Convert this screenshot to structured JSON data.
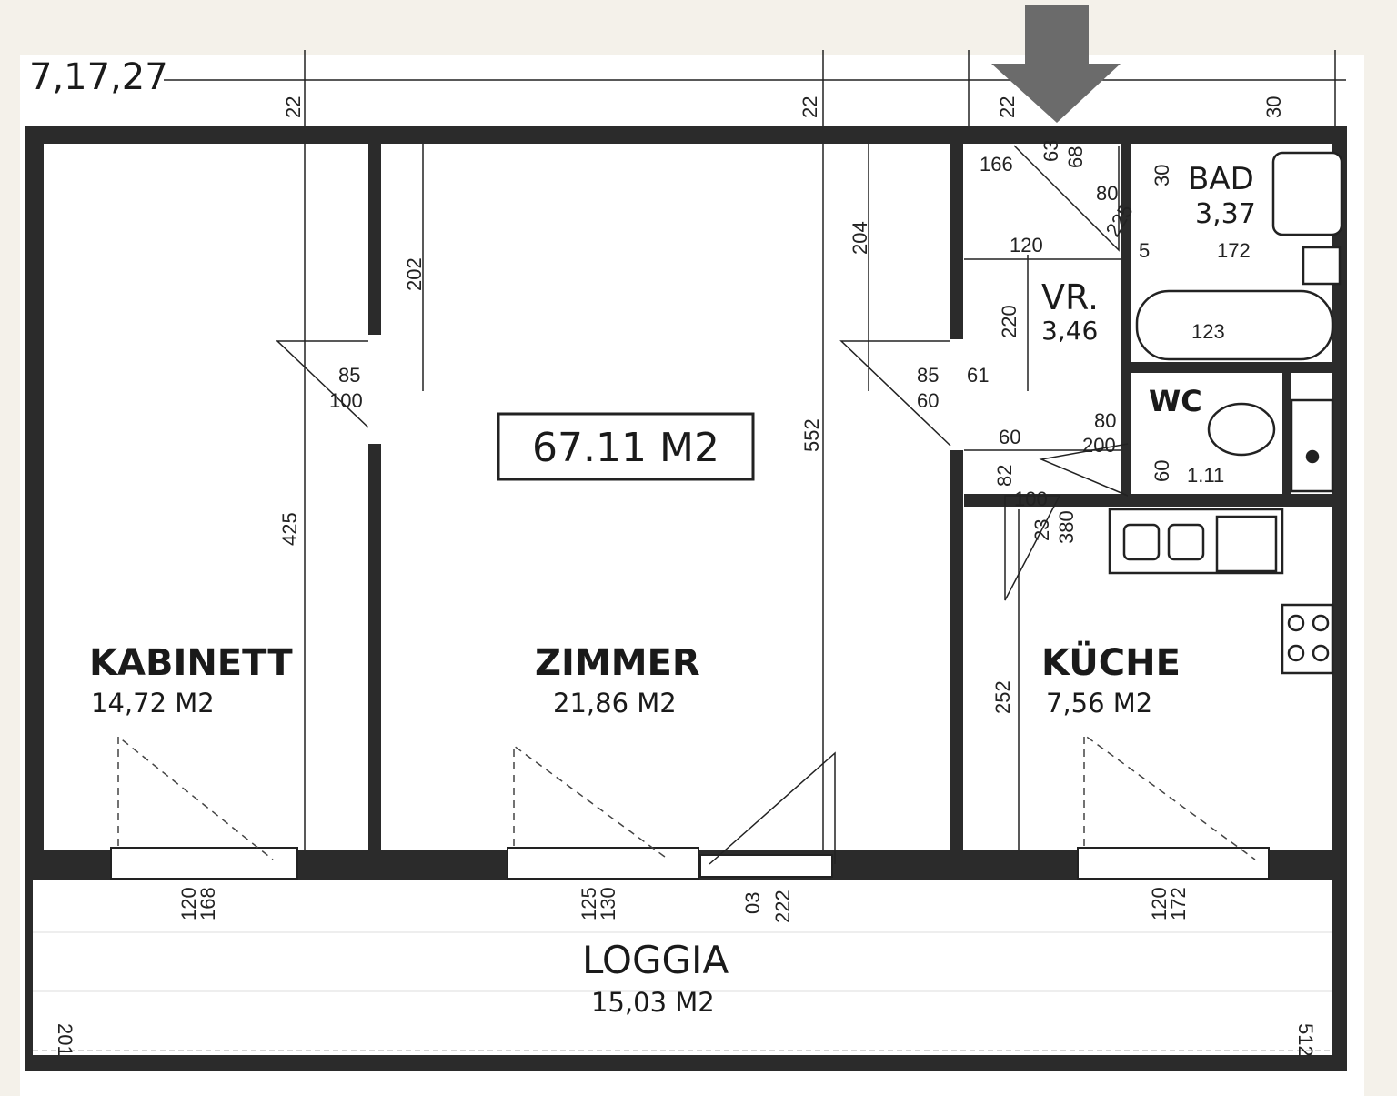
{
  "plan": {
    "reference": "7,17,27",
    "total_area": "67.11 M2",
    "rooms": {
      "kabinett": {
        "name": "KABINETT",
        "area": "14,72 M2"
      },
      "zimmer": {
        "name": "ZIMMER",
        "area": "21,86 M2"
      },
      "kueche": {
        "name": "KÜCHE",
        "area": "7,56 M2"
      },
      "bad": {
        "name": "BAD",
        "area": "3,37"
      },
      "vr": {
        "name": "VR.",
        "area": "3,46"
      },
      "wc": {
        "name": "WC",
        "area": "1.11"
      },
      "loggia": {
        "name": "LOGGIA",
        "area": "15,03 M2"
      }
    },
    "dimensions": [
      "22",
      "22",
      "22",
      "30",
      "202",
      "85",
      "100",
      "204",
      "85",
      "60",
      "61",
      "425",
      "552",
      "166",
      "63",
      "68",
      "80",
      "225",
      "30",
      "120",
      "5",
      "172",
      "220",
      "123",
      "80",
      "200",
      "60",
      "60",
      "82",
      "100",
      "23",
      "380",
      "252",
      "120",
      "168",
      "125",
      "130",
      "03",
      "222",
      "120",
      "172",
      "201",
      "512"
    ],
    "colors": {
      "wall": "#2b2b2b",
      "background": "#ffffff",
      "arrow": "#6b6b6b",
      "frame": "#f4f1ea"
    },
    "marker_icon": "down-arrow"
  }
}
